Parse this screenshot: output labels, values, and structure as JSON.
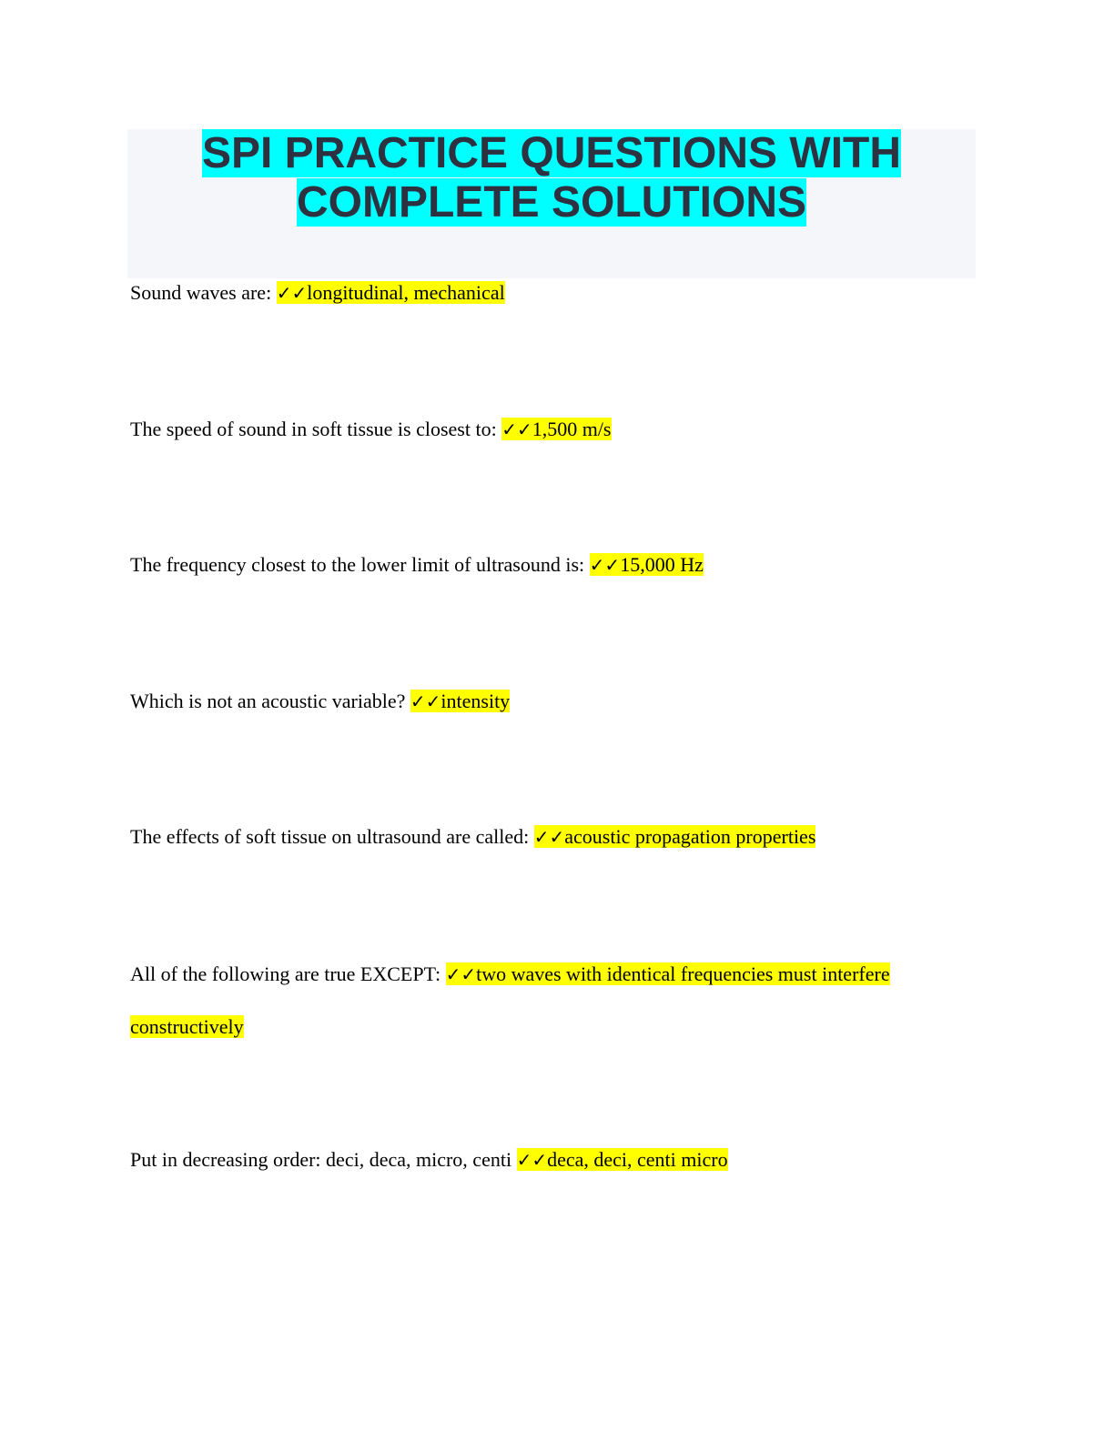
{
  "title": "SPI PRACTICE QUESTIONS WITH COMPLETE SOLUTIONS",
  "highlight_colors": {
    "title": "#00ffff",
    "answer": "#ffff00"
  },
  "check_icon": "✓✓",
  "questions": [
    {
      "q": "Sound waves are:",
      "a": "longitudinal, mechanical"
    },
    {
      "q": "The speed of sound in soft tissue is closest to:",
      "a": "1,500 m/s"
    },
    {
      "q": "The frequency closest to the lower limit of ultrasound is:",
      "a": "15,000 Hz"
    },
    {
      "q": "Which is not an acoustic variable?",
      "a": "intensity"
    },
    {
      "q": "The effects of soft tissue on ultrasound are called:",
      "a": "acoustic propagation properties"
    },
    {
      "q": "All of the following are true EXCEPT:",
      "a": "two waves with identical frequencies must interfere constructively"
    },
    {
      "q": "Put in decreasing order: deci, deca, micro, centi",
      "a": "deca, deci, centi micro"
    }
  ]
}
